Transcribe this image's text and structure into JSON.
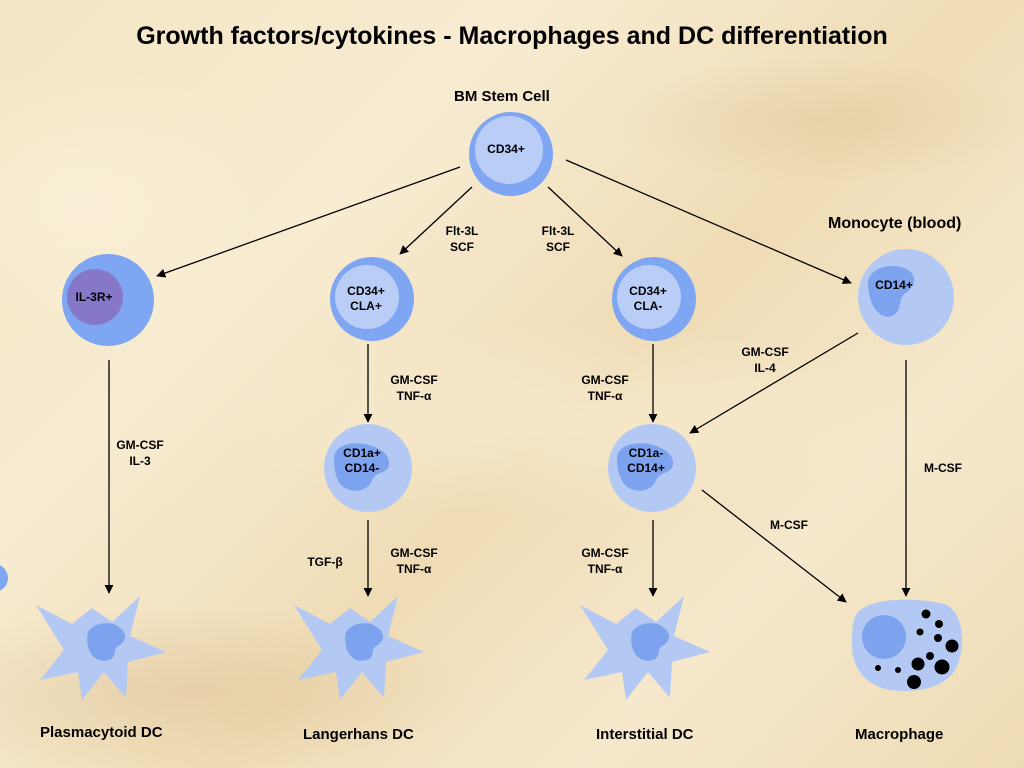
{
  "title": "Growth factors/cytokines - Macrophages and DC differentiation",
  "labels": {
    "stem": "BM Stem Cell",
    "monocyte": "Monocyte (blood)",
    "plasmacytoid": "Plasmacytoid DC",
    "langerhans": "Langerhans DC",
    "interstitial": "Interstitial DC",
    "macrophage": "Macrophage"
  },
  "cells": {
    "stem": "CD34+",
    "il3r": "IL-3R+",
    "lc_precursor": [
      "CD34+",
      "CLA+"
    ],
    "int_precursor": [
      "CD34+",
      "CLA-"
    ],
    "monocyte": "CD14+",
    "lc_mid": [
      "CD1a+",
      "CD14-"
    ],
    "int_mid": [
      "CD1a-",
      "CD14+"
    ]
  },
  "factors": {
    "flt_left": [
      "Flt-3L",
      "SCF"
    ],
    "flt_right": [
      "Flt-3L",
      "SCF"
    ],
    "gm_il3": [
      "GM-CSF",
      "IL-3"
    ],
    "gm_tnf_lc1": [
      "GM-CSF",
      "TNF-α"
    ],
    "gm_tnf_int1": [
      "GM-CSF",
      "TNF-α"
    ],
    "gm_il4": [
      "GM-CSF",
      "IL-4"
    ],
    "mcsf_right": "M-CSF",
    "mcsf_diag": "M-CSF",
    "tgf": "TGF-β",
    "gm_tnf_lc2": [
      "GM-CSF",
      "TNF-α"
    ],
    "gm_tnf_int2": [
      "GM-CSF",
      "TNF-α"
    ]
  },
  "colors": {
    "cell_outer": "#7fa6f2",
    "cell_inner": "#b9cdf7",
    "pale_outer": "#b3c9f3",
    "nucleus": "#7ea3ee",
    "il3_nucleus": "#8677c9"
  }
}
